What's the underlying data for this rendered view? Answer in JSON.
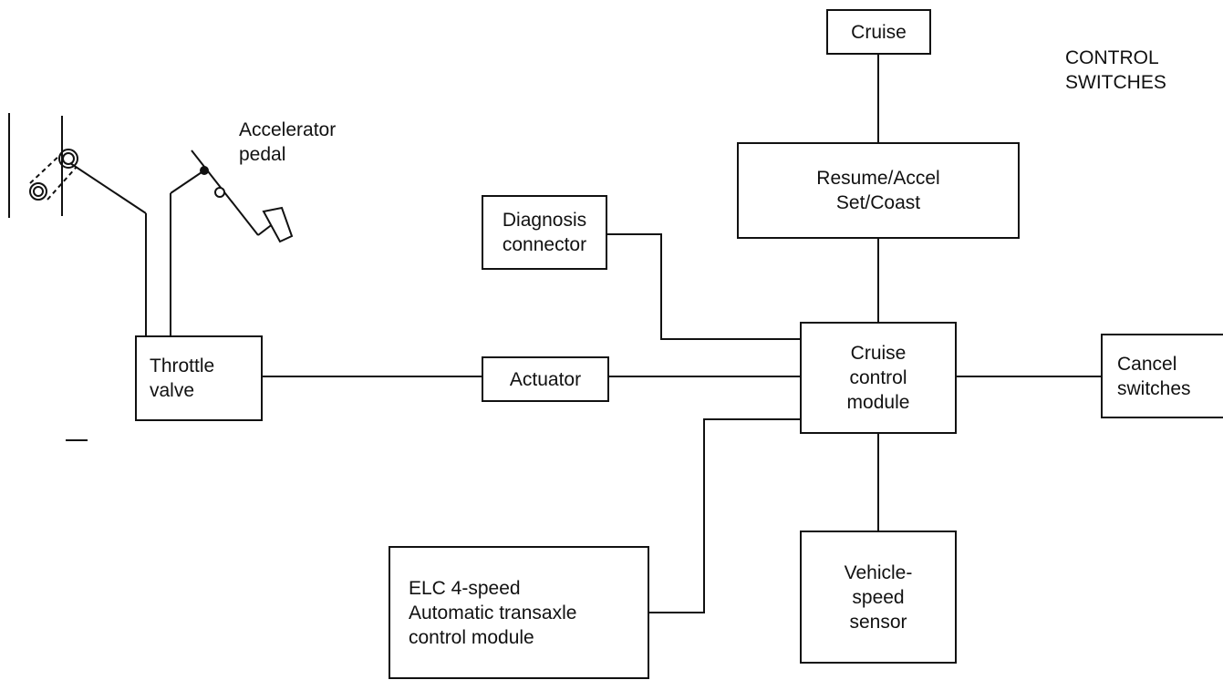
{
  "diagram": {
    "boxes": {
      "cruise": [
        "Cruise"
      ],
      "resume_set": [
        "Resume/Accel",
        "Set/Coast"
      ],
      "diagnosis": [
        "Diagnosis",
        "connector"
      ],
      "throttle": [
        "Throttle",
        "valve"
      ],
      "actuator": [
        "Actuator"
      ],
      "module": [
        "Cruise",
        "control",
        "module"
      ],
      "cancel": [
        "Cancel",
        "switches"
      ],
      "elc": [
        "ELC 4-speed",
        "Automatic transaxle",
        "control module"
      ],
      "speed_sensor": [
        "Vehicle-",
        "speed",
        "sensor"
      ]
    },
    "labels": {
      "control_switches": [
        "CONTROL",
        "SWITCHES"
      ],
      "accelerator": [
        "Accelerator",
        "pedal"
      ]
    }
  }
}
